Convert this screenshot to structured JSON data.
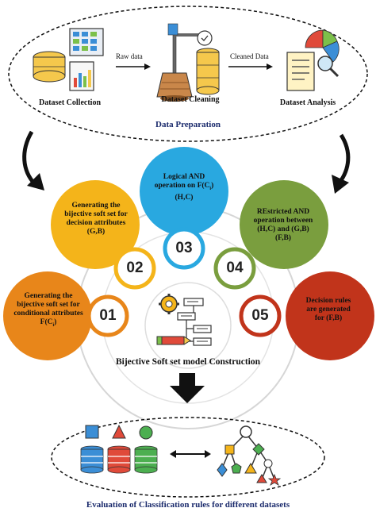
{
  "prep": {
    "title": "Data Preparation",
    "items": [
      "Dataset Collection",
      "Dataset Cleaning",
      "Dataset Analysis"
    ],
    "arrows": [
      "Raw data",
      "Cleaned Data"
    ]
  },
  "construction": {
    "title": "Bijective Soft set model Construction",
    "steps": [
      {
        "num": "01",
        "text_lines": [
          "Generating the",
          "bijective soft set for",
          "conditional attributes",
          "F(C",
          "i",
          ")"
        ],
        "color": "#e8861a"
      },
      {
        "num": "02",
        "text_lines": [
          "Generating the",
          "bijective soft set for",
          "decision attributes",
          "(G,B)"
        ],
        "color": "#f4b41a"
      },
      {
        "num": "03",
        "text_lines": [
          "Logical AND",
          "operation on F(C",
          "i",
          ")",
          "(H,C)"
        ],
        "color": "#29a8e0"
      },
      {
        "num": "04",
        "text_lines": [
          "REstricted AND",
          "operation between",
          "(H,C) and (G,B)",
          "(F,B)"
        ],
        "color": "#7a9e3e"
      },
      {
        "num": "05",
        "text_lines": [
          "Decision rules",
          "are generated",
          "for (F,B)"
        ],
        "color": "#c1341b"
      }
    ]
  },
  "evaluation": {
    "title": "Evaluation of Classification rules for different datasets"
  },
  "colors": {
    "orange": "#e8861a",
    "yellow": "#f4b41a",
    "blue": "#29a8e0",
    "green": "#7a9e3e",
    "red": "#c1341b",
    "navy": "#1a2a6c"
  }
}
